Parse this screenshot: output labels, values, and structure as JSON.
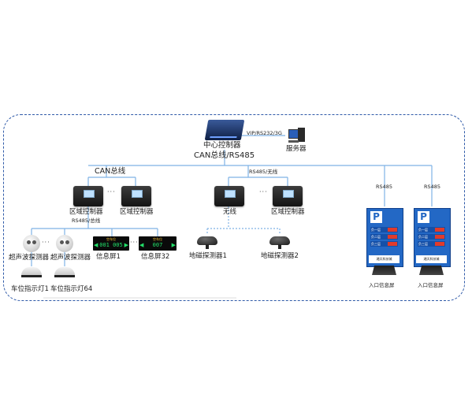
{
  "core": {
    "controller": "中心控制器",
    "bus": "CAN总线/RS485",
    "link": "VIP/RS232/3G",
    "server": "服务器"
  },
  "left_branch": {
    "bus": "CAN总线",
    "zone_a": "区域控制器",
    "zone_b": "区域控制器",
    "sub_bus": "RS485/总线",
    "ellipsis": "···",
    "sensor_1": "超声波探测器",
    "sensor_2": "超声波探测器",
    "lamp_1": "车位指示灯1",
    "lamp_64": "车位指示灯64",
    "screen_1": "信息屏1",
    "screen_32": "信息屏32",
    "panel_1": {
      "title": "空车位",
      "value": "001 005"
    },
    "panel_32": {
      "title": "空车位",
      "value": "007"
    }
  },
  "mid_branch": {
    "bus": "RS485/无线",
    "wireless": "无线",
    "zone": "区域控制器",
    "ellipsis": "···",
    "mag_1": "地磁探测器1",
    "mag_2": "地磁探测器2"
  },
  "right_branch": {
    "rs485_a": "RS485",
    "rs485_b": "RS485",
    "entrance_a": "入口信息屏",
    "entrance_b": "入口信息屏",
    "sign": {
      "symbol": "P",
      "rows": [
        "负一层",
        "负二层",
        "负三层"
      ],
      "footer": "湘天科技城"
    }
  },
  "colors": {
    "frame": "#2f5aa8",
    "sign_blue": "#2368c5",
    "led_green": "#23e06a",
    "wire": "#7fb2e5"
  }
}
